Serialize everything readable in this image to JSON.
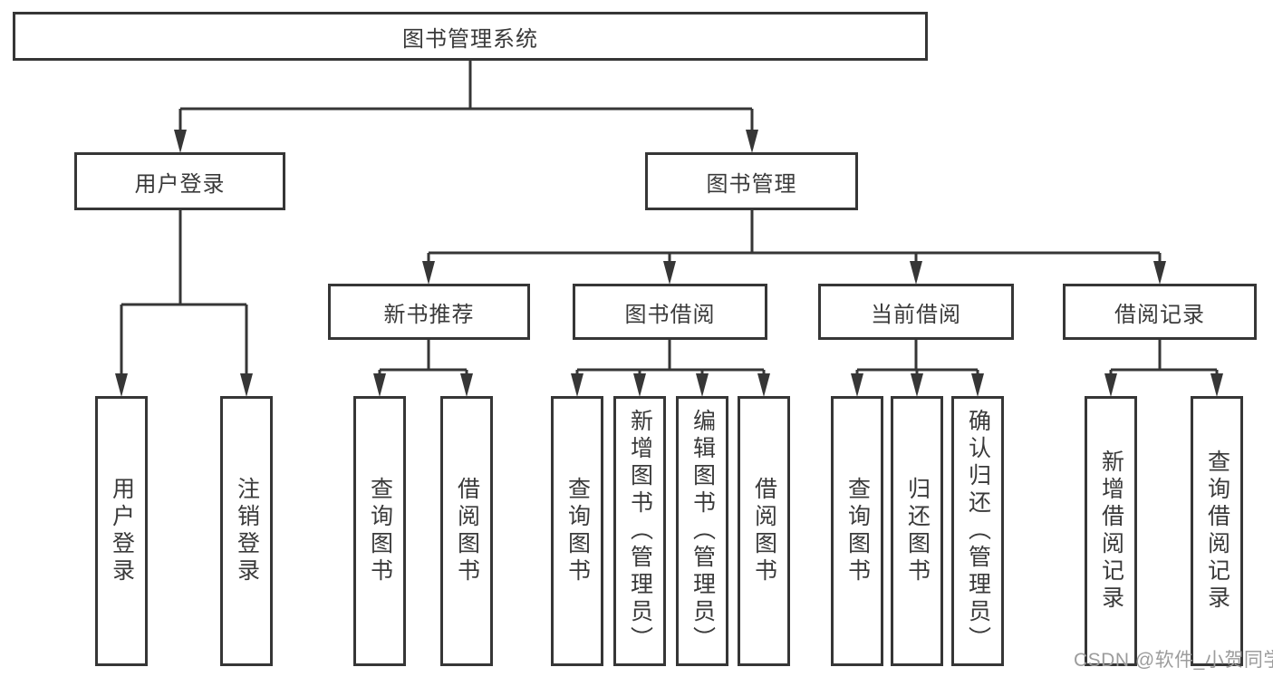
{
  "diagram": {
    "root": {
      "label": "图书管理系统"
    },
    "branches": [
      {
        "label": "用户登录",
        "children": [
          {
            "label": "用户登录"
          },
          {
            "label": "注销登录"
          }
        ]
      },
      {
        "label": "图书管理",
        "groups": [
          {
            "label": "新书推荐",
            "children": [
              {
                "label": "查询图书"
              },
              {
                "label": "借阅图书"
              }
            ]
          },
          {
            "label": "图书借阅",
            "children": [
              {
                "label": "查询图书"
              },
              {
                "label": "新增图书（管理员）"
              },
              {
                "label": "编辑图书（管理员）"
              },
              {
                "label": "借阅图书"
              }
            ]
          },
          {
            "label": "当前借阅",
            "children": [
              {
                "label": "查询图书"
              },
              {
                "label": "归还图书"
              },
              {
                "label": "确认归还（管理员）"
              }
            ]
          },
          {
            "label": "借阅记录",
            "children": [
              {
                "label": "新增借阅记录"
              },
              {
                "label": "查询借阅记录"
              }
            ]
          }
        ]
      }
    ]
  },
  "watermark": {
    "text": "CSDN @软件_小贺同学"
  },
  "colors": {
    "line": "#363636",
    "box_border": "#363636",
    "text": "#3a3a3a",
    "watermark": "#9c9c9c",
    "background": "#ffffff"
  }
}
